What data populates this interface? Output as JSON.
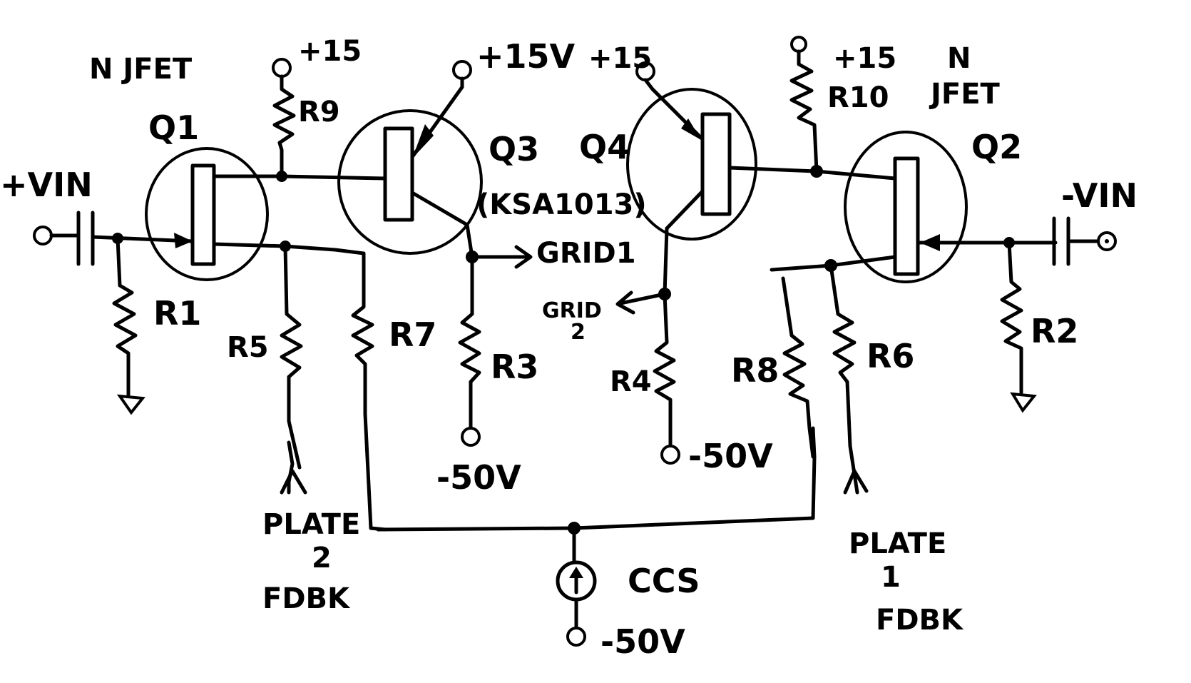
{
  "labels": {
    "q1_type": "N JFET",
    "q1": "Q1",
    "q1_supply": "+15",
    "r9": "R9",
    "vin_pos": "+VIN",
    "r1": "R1",
    "r5": "R5",
    "r7": "R7",
    "q3": "Q3",
    "q3_supply": "+15V",
    "q3_part": "(KSA1013)",
    "grid1": "GRID1",
    "r3": "R3",
    "neg50_left": "-50V",
    "q4_supply": "+15",
    "q4": "Q4",
    "grid2_a": "GRID",
    "grid2_b": "2",
    "r4": "R4",
    "neg50_mid": "-50V",
    "r8": "R8",
    "q2_supply": "+15",
    "r10": "R10",
    "q2_type_a": "N",
    "q2_type_b": "JFET",
    "q2": "Q2",
    "vin_neg": "-VIN",
    "r6": "R6",
    "r2": "R2",
    "plate2_a": "PLATE",
    "plate2_b": "2",
    "plate2_c": "FDBK",
    "plate1_a": "PLATE",
    "plate1_b": "1",
    "plate1_c": "FDBK",
    "ccs": "CCS",
    "neg50_bottom": "-50V"
  }
}
